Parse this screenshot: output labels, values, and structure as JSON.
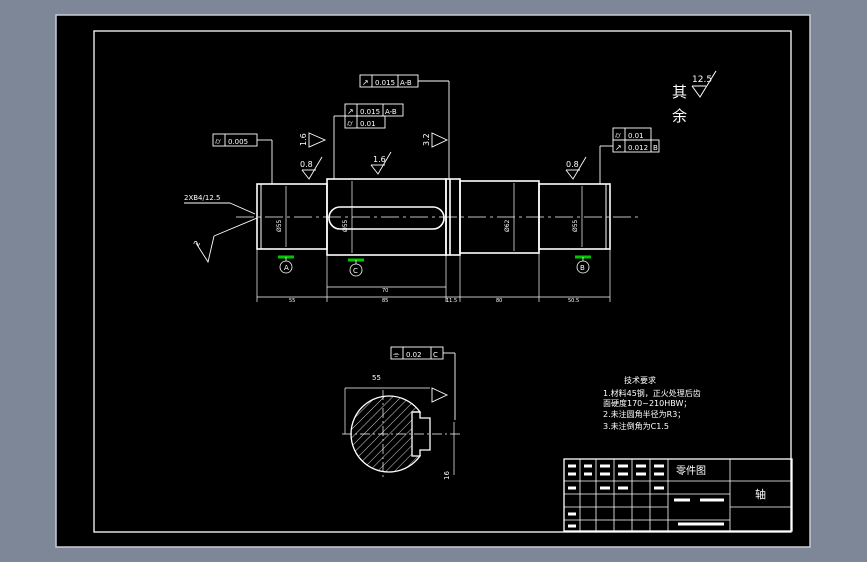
{
  "colors": {
    "app_background": "#7d8798",
    "sheet": "#000000",
    "line": "#ffffff",
    "datum_marker": "#00c800",
    "centerline": "#ffffff"
  },
  "surface_finish": {
    "general_value": "12.5",
    "general_note_line1": "其",
    "general_note_line2": "余",
    "left_end": "1.6",
    "left_journal": "0.8",
    "keyway_section": "1.6",
    "shoulder": "3.2",
    "right_journal": "0.8",
    "left_chamfer": "2",
    "center_hole": "2XB4/12.5"
  },
  "tolerance_frames": {
    "shaft_runout": {
      "symbol": "↗",
      "value": "0.015",
      "datum": "A-B"
    },
    "keyway_runout": {
      "symbol": "↗",
      "value": "0.015",
      "datum": "A-B"
    },
    "keyway_cyl": {
      "symbol": "⌭",
      "value": "0.01"
    },
    "left_cyl": {
      "symbol": "⌭",
      "value": "0.005"
    },
    "right_cyl": {
      "symbol": "⌭",
      "value": "0.01"
    },
    "right_runout": {
      "symbol": "↗",
      "value": "0.012",
      "datum": "B"
    },
    "section_symmetry": {
      "symbol": "⌯",
      "value": "0.02",
      "datum": "C"
    }
  },
  "datums": {
    "a": "A",
    "c": "C",
    "b": "B"
  },
  "dimensions": {
    "dia_left": "Ø55",
    "dia_keyway": "Ø55",
    "dia_mid": "Ø62",
    "dia_right": "Ø55",
    "len_1": "55",
    "len_2": "85",
    "len_3": "11.5",
    "len_4": "80",
    "len_5": "50.5",
    "keyway_len": "70",
    "section_width": "55",
    "section_depth": "16"
  },
  "tech_requirements": {
    "title": "技术要求",
    "line1": "1.材料45钢，正火处理后齿",
    "line2": "面硬度170~210HBW；",
    "line3": "2.未注圆角半径为R3；",
    "line4": "3.未注倒角为C1.5"
  },
  "title_block": {
    "drawing_type": "零件图",
    "part_name": "轴"
  }
}
